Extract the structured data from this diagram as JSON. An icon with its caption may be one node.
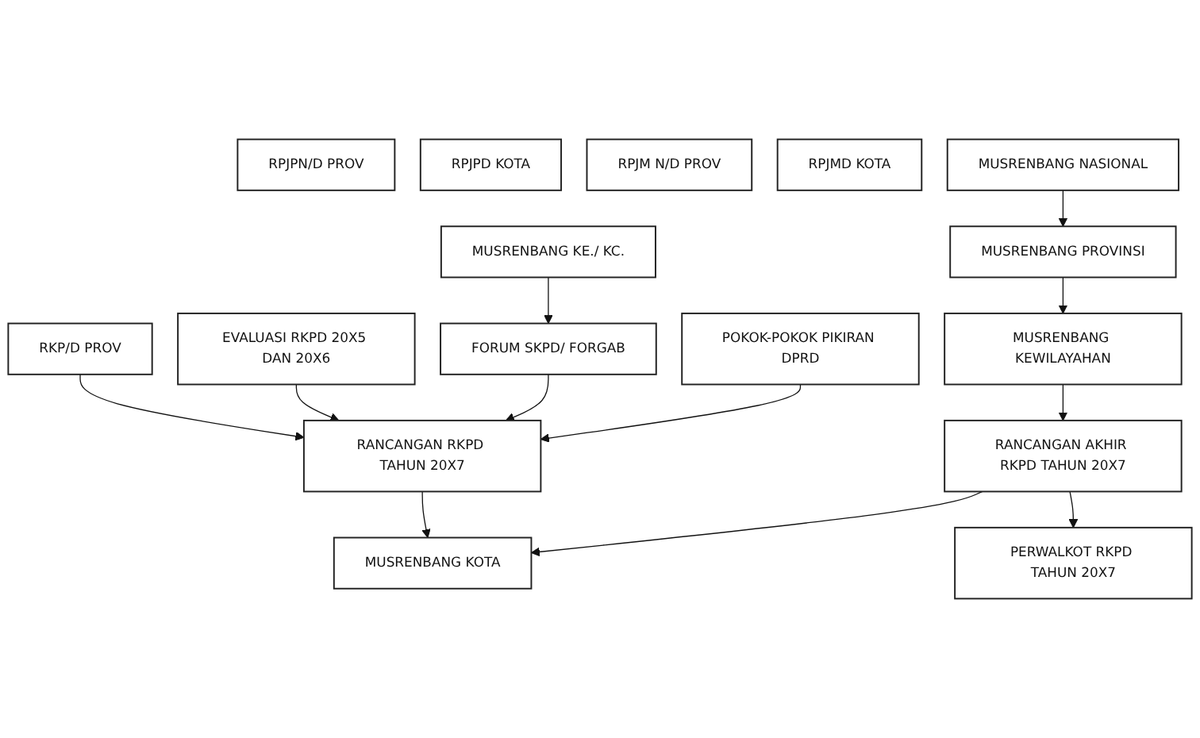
{
  "diagram": {
    "nodes": [
      {
        "text": [
          "RPJPN/D PROV"
        ]
      },
      {
        "text": [
          "RPJPD KOTA"
        ]
      },
      {
        "text": [
          "RPJM N/D PROV"
        ]
      },
      {
        "text": [
          "RPJMD KOTA"
        ]
      },
      {
        "text": [
          "RKP/D PROV"
        ]
      },
      {
        "text": [
          "EVALUASI RKPD 20X5 DAN 20X6"
        ]
      },
      {
        "text": [
          "RANCANGAN RKPD TAHUN 20X7"
        ]
      },
      {
        "text": [
          "MUSRENBANG KOTA"
        ]
      },
      {
        "text": [
          "FORUM SKPD/ FORGAB"
        ]
      },
      {
        "text": [
          "POKOK-POKOK PIKIRAN DPRD"
        ]
      },
      {
        "text": [
          "MUSRENBANG KE./ KC."
        ]
      },
      {
        "text": [
          "MUSRENBANG NASIONAL"
        ]
      },
      {
        "text": [
          "MUSRENBANG PROVINSI"
        ]
      },
      {
        "text": [
          "MUSRENBANG KEWILAYAHAN"
        ]
      },
      {
        "text": [
          "RANCANGAN AKHIR RKPD TAHUN 20X7"
        ]
      },
      {
        "text": [
          "PERWALKOT RKPD TAHUN 20X7"
        ]
      }
    ],
    "edges": [
      {
        "from": 4,
        "to": 6,
        "arrow": "to"
      },
      {
        "from": 5,
        "to": 6,
        "arrow": "to"
      },
      {
        "from": 8,
        "to": 6,
        "arrow": "to"
      },
      {
        "from": 9,
        "to": 6,
        "arrow": "to"
      },
      {
        "from": 6,
        "to": 7,
        "arrow": "to"
      },
      {
        "from": 14,
        "to": 7,
        "arrow": "to"
      },
      {
        "from": 10,
        "to": 8,
        "arrow": "to"
      },
      {
        "from": 11,
        "to": 12,
        "arrow": "to"
      },
      {
        "from": 12,
        "to": 13,
        "arrow": "to"
      },
      {
        "from": 13,
        "to": 14,
        "arrow": "to"
      },
      {
        "from": 14,
        "to": 15,
        "arrow": "to"
      }
    ]
  }
}
